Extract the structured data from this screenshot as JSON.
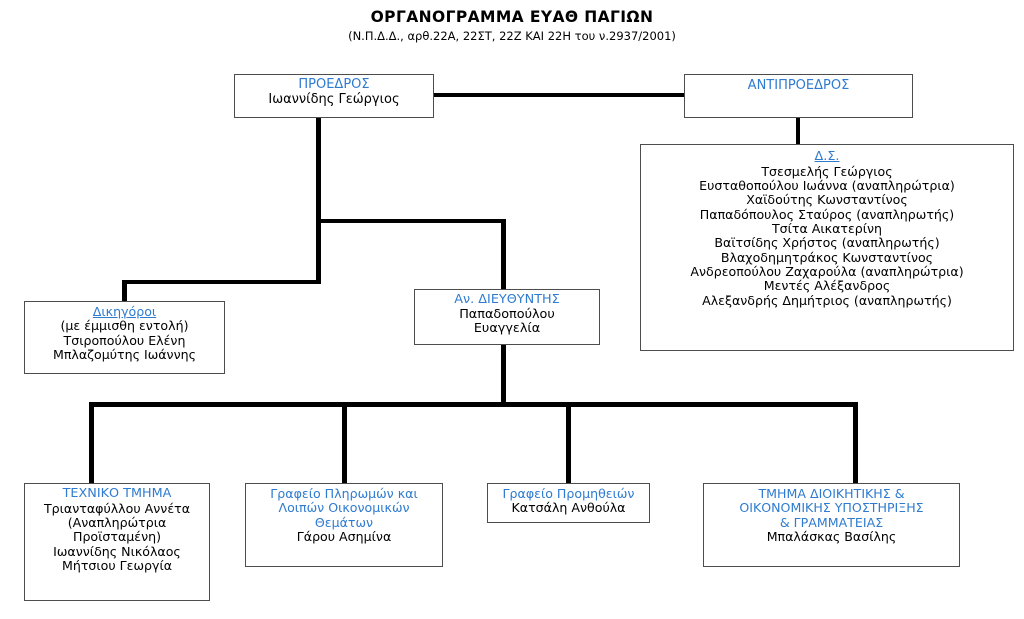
{
  "header": {
    "title": "ΟΡΓΑΝΟΓΡΑΜΜΑ ΕΥΑΘ ΠΑΓΙΩΝ",
    "subtitle": "(Ν.Π.Δ.Δ., αρθ.22Α, 22ΣΤ, 22Ζ ΚΑΙ 22Η του  ν.2937/2001)"
  },
  "accent_color": "#2e7bd0",
  "text_color": "#000000",
  "border_color": "#4d4d4d",
  "nodes": {
    "president": {
      "header": "ΠΡΟΕΔΡΟΣ",
      "lines": [
        "Ιωαννίδης Γεώργιος"
      ]
    },
    "vice_president": {
      "header": "ΑΝΤΙΠΡΟΕΔΡΟΣ",
      "lines": []
    },
    "board": {
      "header": "Δ.Σ.",
      "lines": [
        "Τσεσμελής Γεώργιος",
        "Ευσταθοπούλου Ιωάννα (αναπληρώτρια)",
        "Χαϊδούτης Κωνσταντίνος",
        "Παπαδόπουλος Σταύρος (αναπληρωτής)",
        "Τσίτα Αικατερίνη",
        "Βαϊτσίδης Χρήστος (αναπληρωτής)",
        "Βλαχοδημητράκος Κωνσταντίνος",
        "Ανδρεοπούλου Ζαχαρούλα (αναπληρώτρια)",
        "Μεντές Αλέξανδρος",
        "Αλεξανδρής Δημήτριος (αναπληρωτής)"
      ]
    },
    "lawyers": {
      "header": "Δικηγόροι",
      "lines": [
        "(με έμμισθη εντολή)",
        "Τσιροπούλου Ελένη",
        "Μπλαζομύτης Ιωάννης"
      ]
    },
    "deputy_director": {
      "header": "Αν. ΔΙΕΥΘΥΝΤΗΣ",
      "lines": [
        "Παπαδοπούλου",
        "Ευαγγελία"
      ]
    },
    "technical_dept": {
      "header": "ΤΕΧΝΙΚΟ ΤΜΗΜΑ",
      "lines": [
        "Τριανταφύλλου Αννέτα",
        "(Αναπληρώτρια",
        "Προϊσταμένη)",
        "Ιωαννίδης Νικόλαος",
        "Μήτσιου Γεωργία"
      ]
    },
    "payments_office": {
      "header_lines": [
        "Γραφείο Πληρωμών και",
        "Λοιπών Οικονομικών",
        "Θεμάτων"
      ],
      "lines": [
        "Γάρου Ασημίνα"
      ]
    },
    "supplies_office": {
      "header": "Γραφείο Προμηθειών",
      "lines": [
        "Κατσάλη Ανθούλα"
      ]
    },
    "admin_dept": {
      "header_lines": [
        "ΤΜΗΜΑ ΔΙΟΙΚΗΤΙΚΗΣ &",
        "ΟΙΚΟΝΟΜΙΚΗΣ ΥΠΟΣΤΗΡΙΞΗΣ",
        "& ΓΡΑΜΜΑΤΕΙΑΣ"
      ],
      "lines": [
        "Μπαλάσκας Βασίλης"
      ]
    }
  }
}
